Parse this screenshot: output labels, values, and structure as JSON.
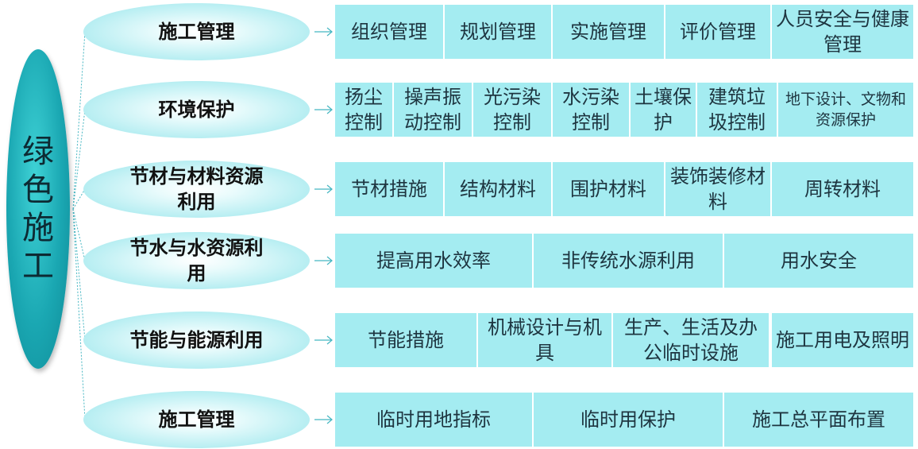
{
  "root": {
    "label": "绿色施工"
  },
  "branches": [
    {
      "label": "施工管理",
      "items": [
        "组织管理",
        "规划管理",
        "实施管理",
        "评价管理",
        "人员安全与健康管理"
      ]
    },
    {
      "label": "环境保护",
      "items": [
        "扬尘控制",
        "操声振动控制",
        "光污染控制",
        "水污染控制",
        "土壤保护",
        "建筑垃圾控制",
        "地下设计、文物和资源保护"
      ]
    },
    {
      "label": "节材与材料资源利用",
      "items": [
        "节材措施",
        "结构材料",
        "围护材料",
        "装饰装修材料",
        "周转材料"
      ]
    },
    {
      "label": "节水与水资源利用",
      "items": [
        "提高用水效率",
        "非传统水源利用",
        "用水安全"
      ]
    },
    {
      "label": "节能与能源利用",
      "items": [
        "节能措施",
        "机械设计与机具",
        "生产、生活及办公临时设施",
        "施工用电及照明"
      ]
    },
    {
      "label": "施工管理",
      "items": [
        "临时用地指标",
        "临时用保护",
        "施工总平面布置"
      ]
    }
  ],
  "colors": {
    "box": "#a4ecf1",
    "root": "#1aa7b2",
    "connector": "#45b6c2"
  }
}
